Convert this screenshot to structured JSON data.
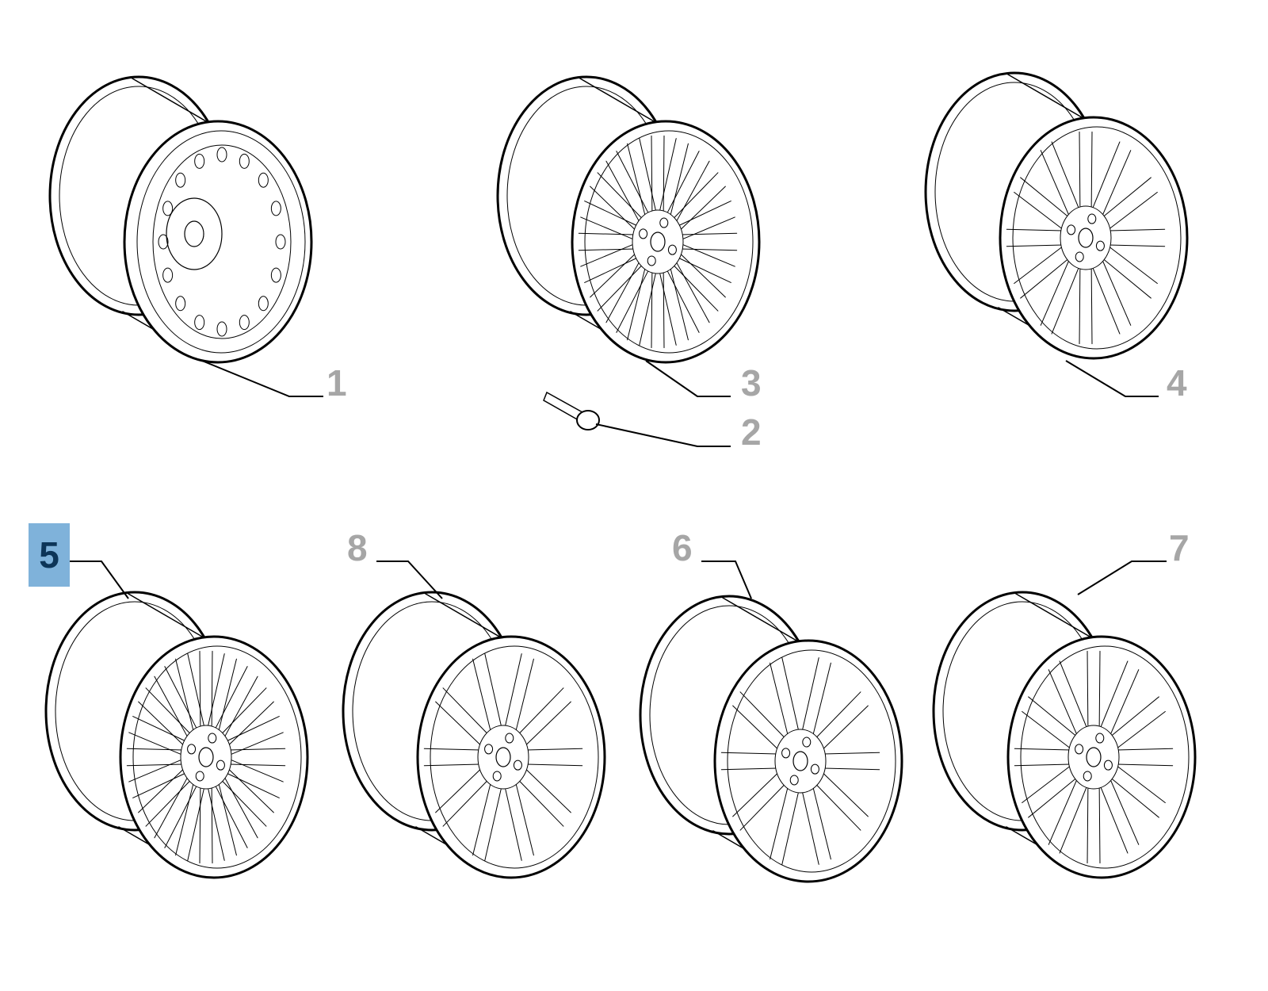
{
  "diagram": {
    "selected_part": "5",
    "highlight_color": "#7fb2da",
    "parts": [
      {
        "ref": "1",
        "type": "steel-wheel"
      },
      {
        "ref": "2",
        "type": "wheel-bolt"
      },
      {
        "ref": "3",
        "type": "alloy-wheel"
      },
      {
        "ref": "4",
        "type": "alloy-wheel"
      },
      {
        "ref": "5",
        "type": "alloy-wheel"
      },
      {
        "ref": "8",
        "type": "alloy-wheel"
      },
      {
        "ref": "6",
        "type": "alloy-wheel"
      },
      {
        "ref": "7",
        "type": "alloy-wheel"
      }
    ]
  }
}
